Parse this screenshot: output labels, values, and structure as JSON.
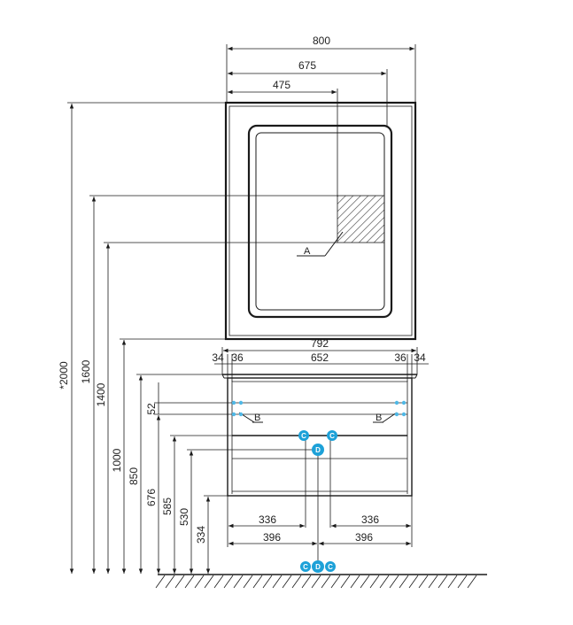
{
  "dimensions": {
    "mirror_width": "800",
    "mirror_inner_width": "675",
    "mirror_offset": "475",
    "cabinet_width": "792",
    "side_left": "34",
    "inner_left": "36",
    "inner_width": "652",
    "inner_right": "36",
    "side_right": "34",
    "rail_gap": "52",
    "left_inner": "336",
    "right_inner": "336",
    "left_half": "396",
    "right_half": "396",
    "height_total": "*2000",
    "height_1600": "1600",
    "height_1400": "1400",
    "height_1000": "1000",
    "height_850": "850",
    "height_676": "676",
    "height_585": "585",
    "height_530": "530",
    "height_334": "334"
  },
  "callouts": {
    "a": "A",
    "b_left": "B",
    "b_right": "B"
  },
  "markers": {
    "c": "C",
    "d": "D"
  },
  "colors": {
    "line": "#1a1a1a",
    "marker": "#1da1d8",
    "marker_small": "#4fb8e6"
  }
}
